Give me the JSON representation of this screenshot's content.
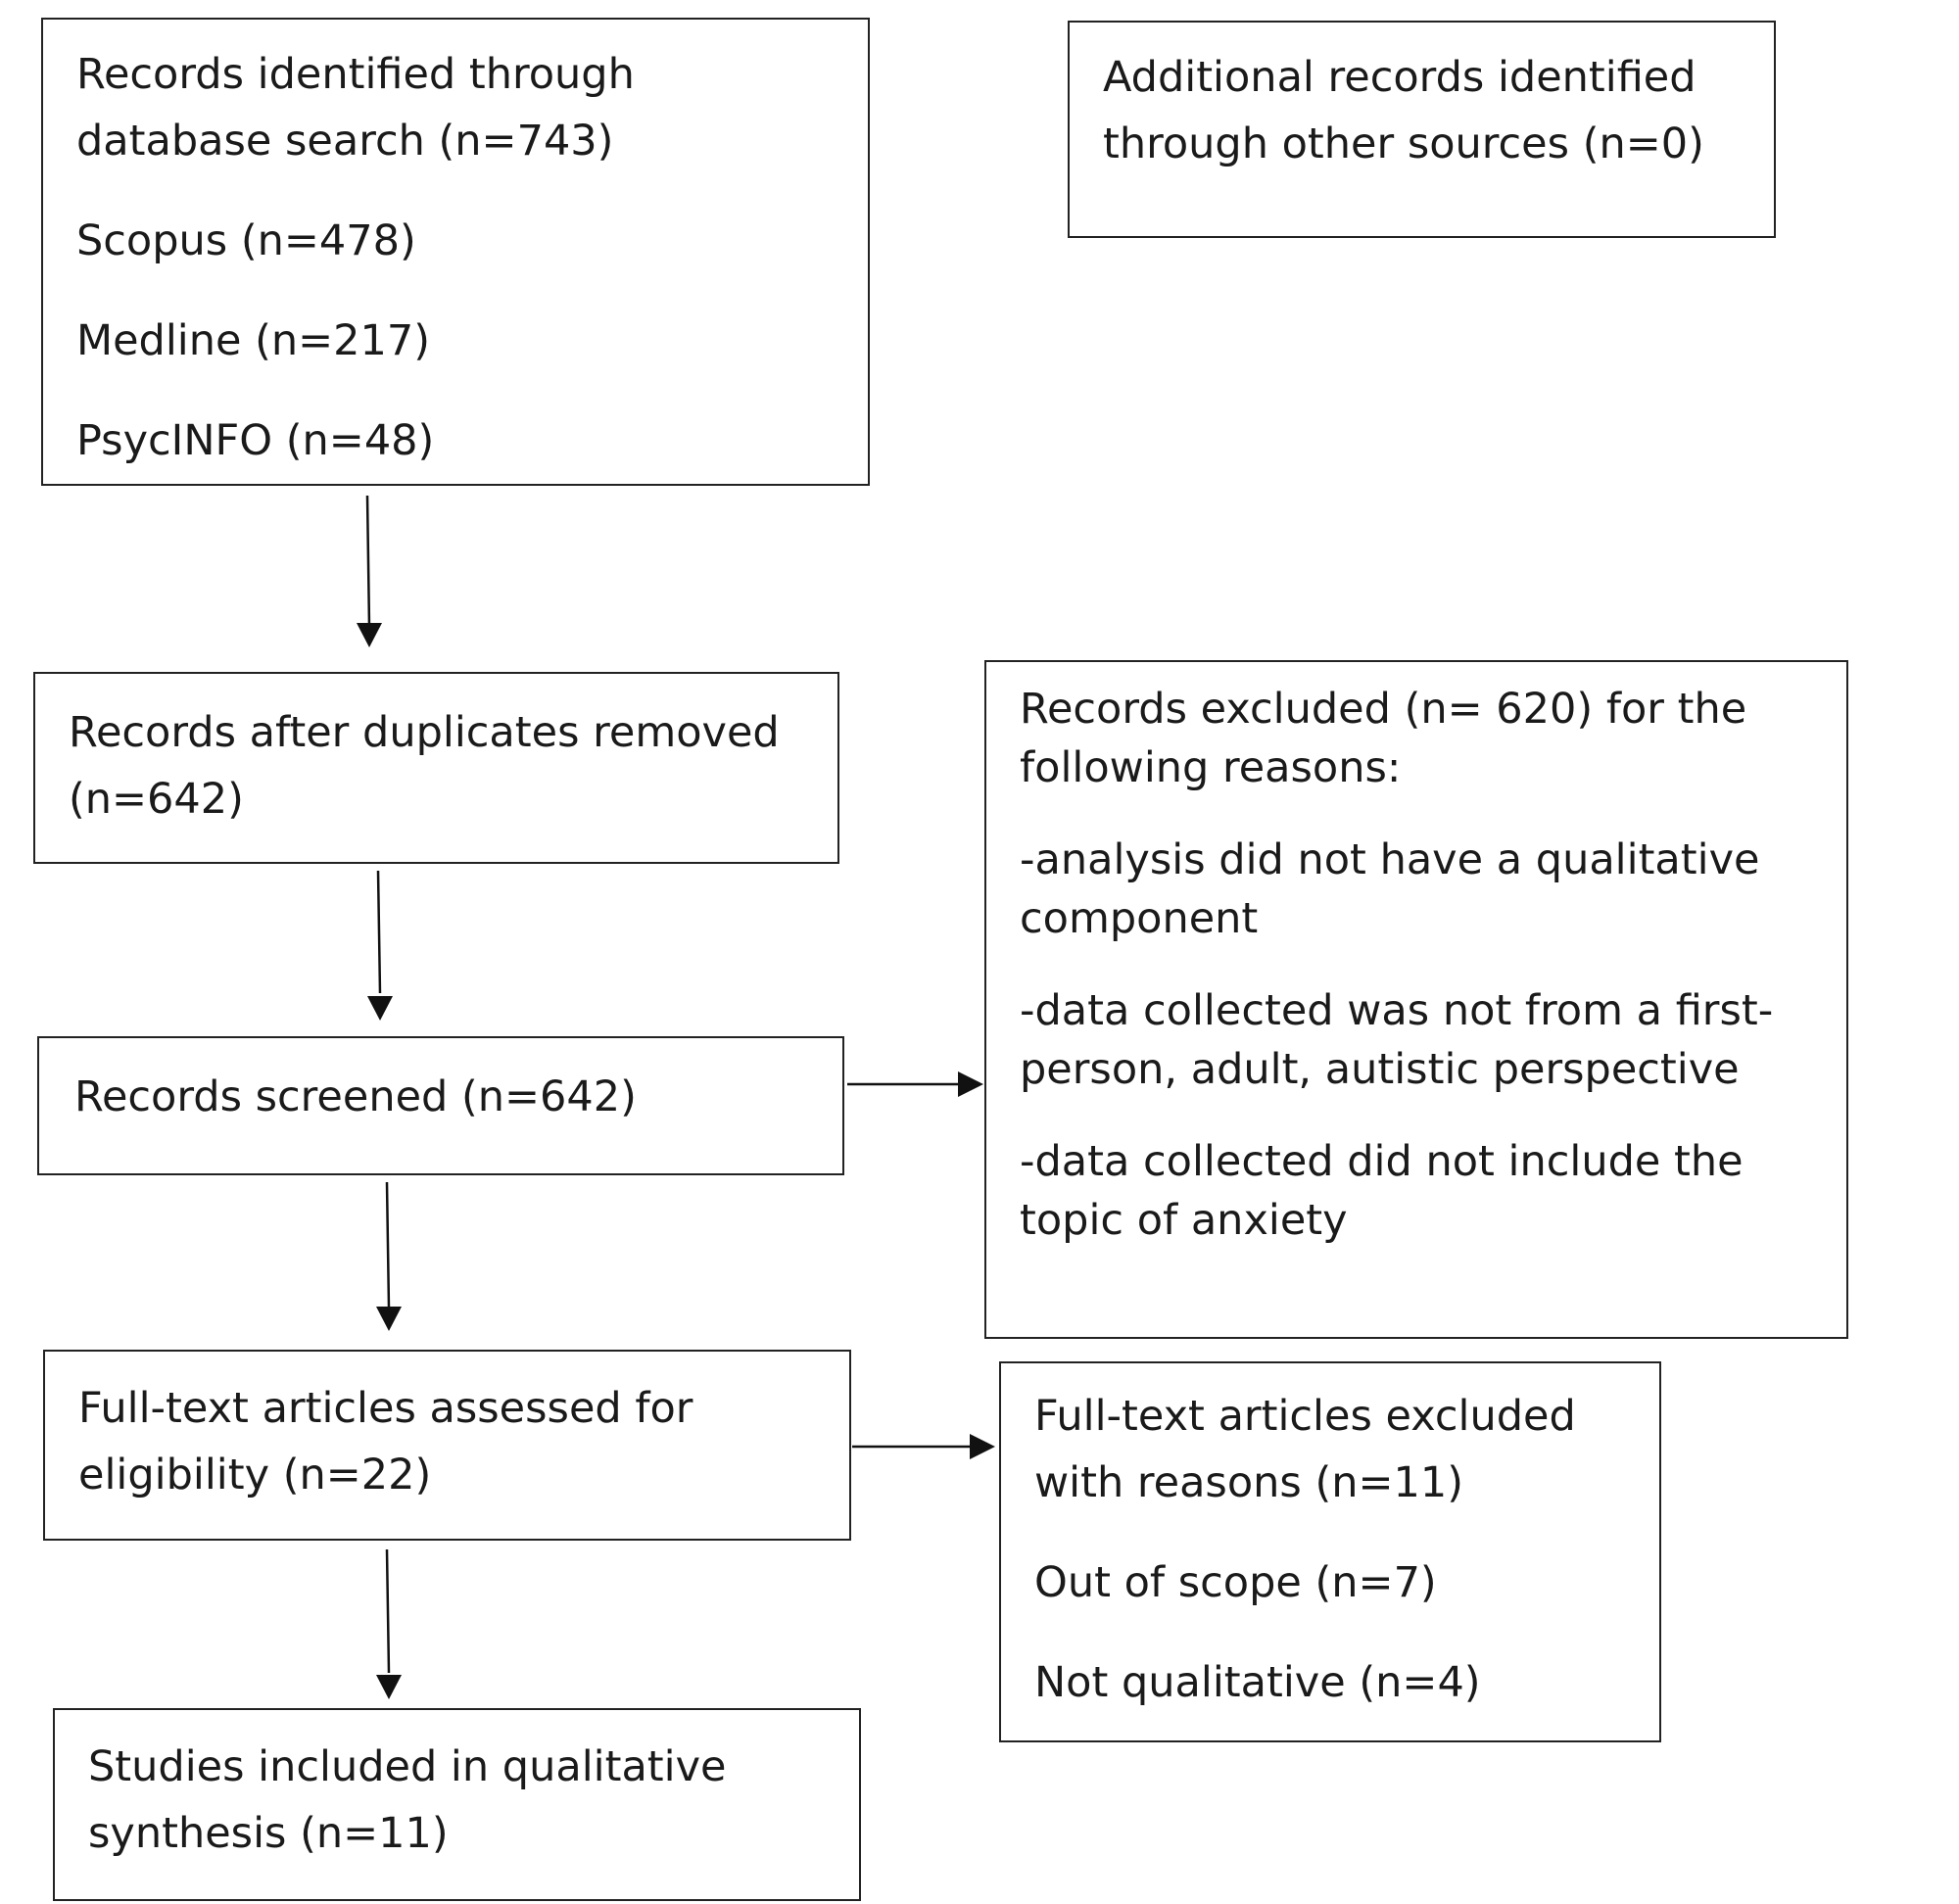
{
  "flow": {
    "identified": {
      "line1": "Records identified through",
      "line2": "database search (n=743)",
      "scopus": "Scopus (n=478)",
      "medline": "Medline (n=217)",
      "psycinfo": "PsycINFO (n=48)"
    },
    "additional": {
      "line1": "Additional records identified",
      "line2": "through other sources (n=0)"
    },
    "deduplicated": {
      "line1": "Records after duplicates removed",
      "line2": "(n=642)"
    },
    "screened": {
      "line1": "Records screened (n=642)"
    },
    "excluded": {
      "line1": "Records excluded (n= 620) for the",
      "line2": "following reasons:",
      "reason1_line1": "-analysis did not have a qualitative",
      "reason1_line2": "component",
      "reason2_line1": "-data collected was not from a first-",
      "reason2_line2": "person, adult, autistic perspective",
      "reason3_line1": "-data collected did not include the",
      "reason3_line2": "topic of anxiety"
    },
    "fulltext": {
      "line1": "Full-text articles assessed for",
      "line2": "eligibility (n=22)"
    },
    "fulltext_excluded": {
      "line1": "Full-text articles excluded",
      "line2": "with reasons (n=11)",
      "reason1": "Out of scope (n=7)",
      "reason2": "Not qualitative (n=4)"
    },
    "included": {
      "line1": "Studies included in qualitative",
      "line2": "synthesis (n=11)"
    }
  }
}
